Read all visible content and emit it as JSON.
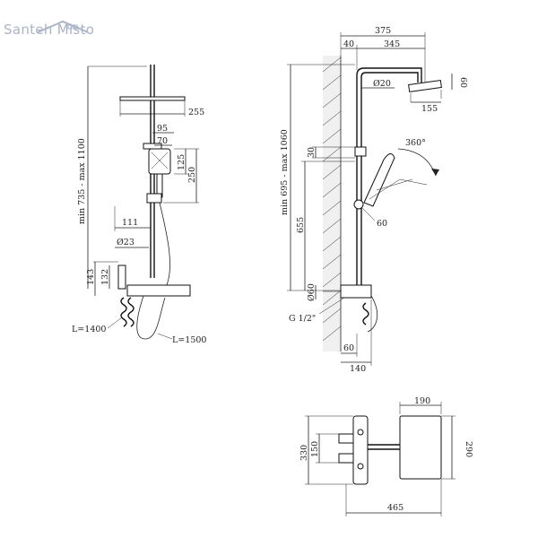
{
  "brand": {
    "name": "Santeh Misto",
    "accent": "#aab3c8"
  },
  "front_view": {
    "dims": {
      "head_width": "255",
      "handset_w1": "95",
      "handset_w2": "70",
      "handset_h1": "125",
      "handset_h2": "250",
      "height_range": "min 735 - max 1100",
      "arm": "111",
      "pipe_d": "Ø23",
      "h143": "143",
      "h132": "132",
      "hose1": "L=1400",
      "hose2": "L=1500"
    }
  },
  "side_view": {
    "dims": {
      "total": "375",
      "wall": "40",
      "reach": "345",
      "pipe_d": "Ø20",
      "head_h": "60",
      "head_w": "155",
      "rotation": "360°",
      "d30": "30",
      "height_range": "min 695 - max 1060",
      "h655": "655",
      "angle60": "60",
      "d60": "Ø60",
      "thread": "G 1/2\"",
      "b60": "60",
      "b140": "140"
    }
  },
  "top_view": {
    "dims": {
      "head": "190",
      "depth": "290",
      "d330": "330",
      "d150": "150",
      "span": "465"
    }
  }
}
